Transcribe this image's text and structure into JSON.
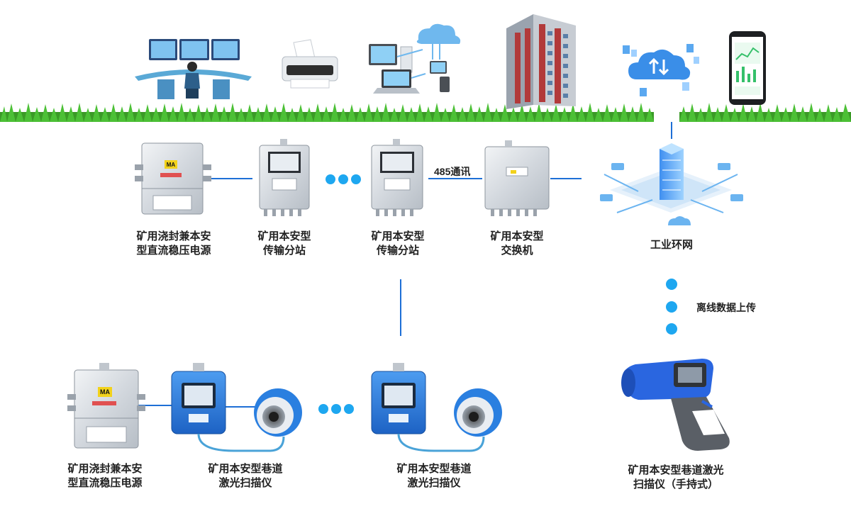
{
  "devices": {
    "power_supply_top": {
      "line1": "矿用浇封兼本安",
      "line2": "型直流稳压电源"
    },
    "substation_1": {
      "line1": "矿用本安型",
      "line2": "传输分站"
    },
    "substation_2": {
      "line1": "矿用本安型",
      "line2": "传输分站"
    },
    "switch": {
      "line1": "矿用本安型",
      "line2": "交换机"
    },
    "network": {
      "line1": "工业环网"
    },
    "power_supply_bottom": {
      "line1": "矿用浇封兼本安",
      "line2": "型直流稳压电源"
    },
    "scanner_1": {
      "line1": "矿用本安型巷道",
      "line2": "激光扫描仪"
    },
    "scanner_2": {
      "line1": "矿用本安型巷道",
      "line2": "激光扫描仪"
    },
    "handheld": {
      "line1": "矿用本安型巷道激光",
      "line2": "扫描仪（手持式）"
    }
  },
  "links": {
    "rs485": "485通讯",
    "offline_upload": "离线数据上传"
  },
  "badges": {
    "ma_mark": "MA"
  },
  "icons": [
    "control-room-icon",
    "printer-icon",
    "computers-cloud-icon",
    "building-icon",
    "cloud-transfer-icon",
    "smartphone-icon"
  ],
  "colors": {
    "link_line": "#1e6fd6",
    "dot": "#1ea7f0",
    "cable": "#4aa3d8",
    "device_blue": "#2a7fe0",
    "grass": "#3fae2a",
    "enclosure": "#d9dde2"
  }
}
